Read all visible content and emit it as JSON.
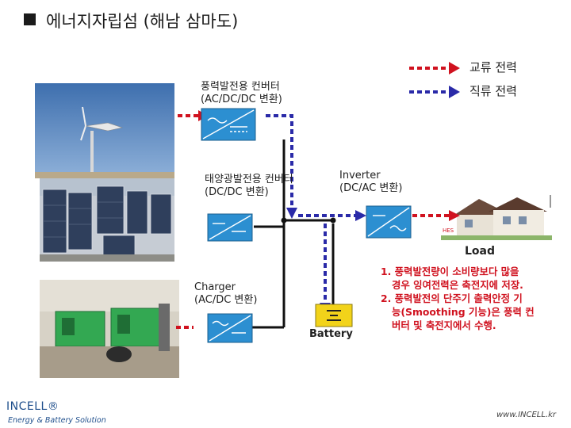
{
  "header": {
    "title": "에너지자립섬 (해남 삼마도)"
  },
  "legend": {
    "ac": {
      "label": "교류 전력",
      "color": "#d0121f"
    },
    "dc": {
      "label": "직류 전력",
      "color": "#2a2aa8"
    }
  },
  "nodes": {
    "wind_converter": {
      "line1": "풍력발전용 컨버터",
      "line2": "(AC/DC/DC 변환)"
    },
    "solar_converter": {
      "line1": "태양광발전용 컨버터",
      "line2": "(DC/DC 변환)"
    },
    "inverter": {
      "line1": "Inverter",
      "line2": "(DC/AC 변환)"
    },
    "charger": {
      "line1": "Charger",
      "line2": "(AC/DC 변환)"
    },
    "battery": {
      "label": "Battery"
    },
    "load": {
      "label": "Load",
      "house_sign": "HES"
    }
  },
  "notes": [
    "1. 풍력발전량이 소비량보다 많을",
    "경우 잉여전력은 축전지에 저장.",
    "2. 풍력발전의 단주기 출력안정 기",
    "능(Smoothing 기능)은 풍력 컨",
    "버터 및 축전지에서 수행."
  ],
  "footer": {
    "brand": "INCELL®",
    "tagline": "Energy & Battery Solution",
    "url": "www.INCELL.kr"
  },
  "colors": {
    "converter_blue": "#2c8fd1",
    "battery_yellow": "#f2d31a",
    "bus_black": "#111111"
  }
}
